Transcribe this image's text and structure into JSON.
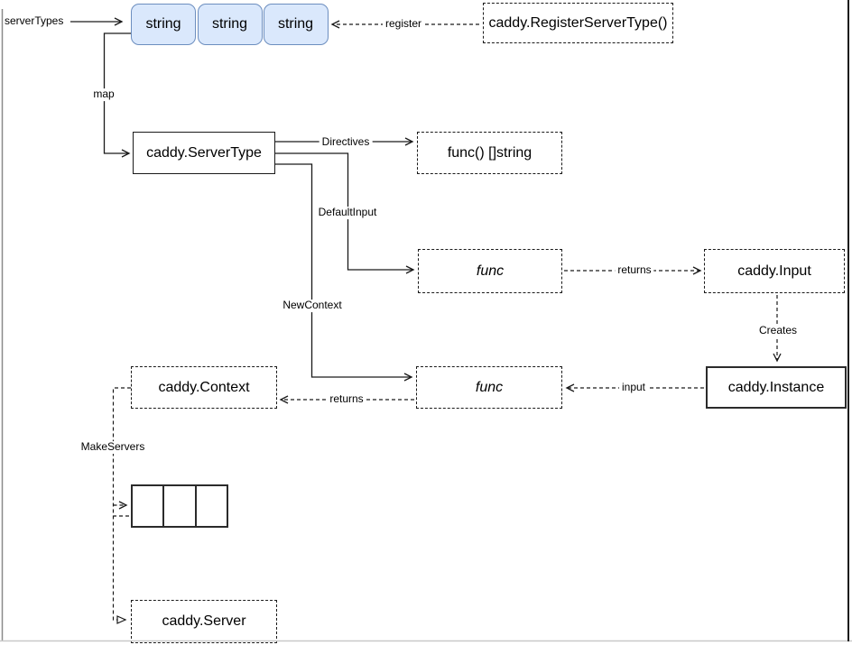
{
  "diagram": {
    "nodes": {
      "strings": [
        "string",
        "string",
        "string"
      ],
      "register_server_type": "caddy.RegisterServerType()",
      "server_type": "caddy.ServerType",
      "func_directives": "func() []string",
      "func_default_input": "func",
      "caddy_input": "caddy.Input",
      "caddy_instance": "caddy.Instance",
      "func_new_context": "func",
      "caddy_context": "caddy.Context",
      "caddy_server": "caddy.Server"
    },
    "labels": {
      "server_types": "serverTypes",
      "map": "map",
      "register": "register",
      "directives": "Directives",
      "default_input": "DefaultInput",
      "new_context": "NewContext",
      "returns_input": "returns",
      "creates": "Creates",
      "input": "input",
      "returns_context": "returns",
      "make_servers": "MakeServers"
    },
    "colors": {
      "string_fill": "#dae8fc",
      "string_stroke": "#6c8ebf",
      "line": "#1a1a1a",
      "background": "#ffffff"
    }
  }
}
